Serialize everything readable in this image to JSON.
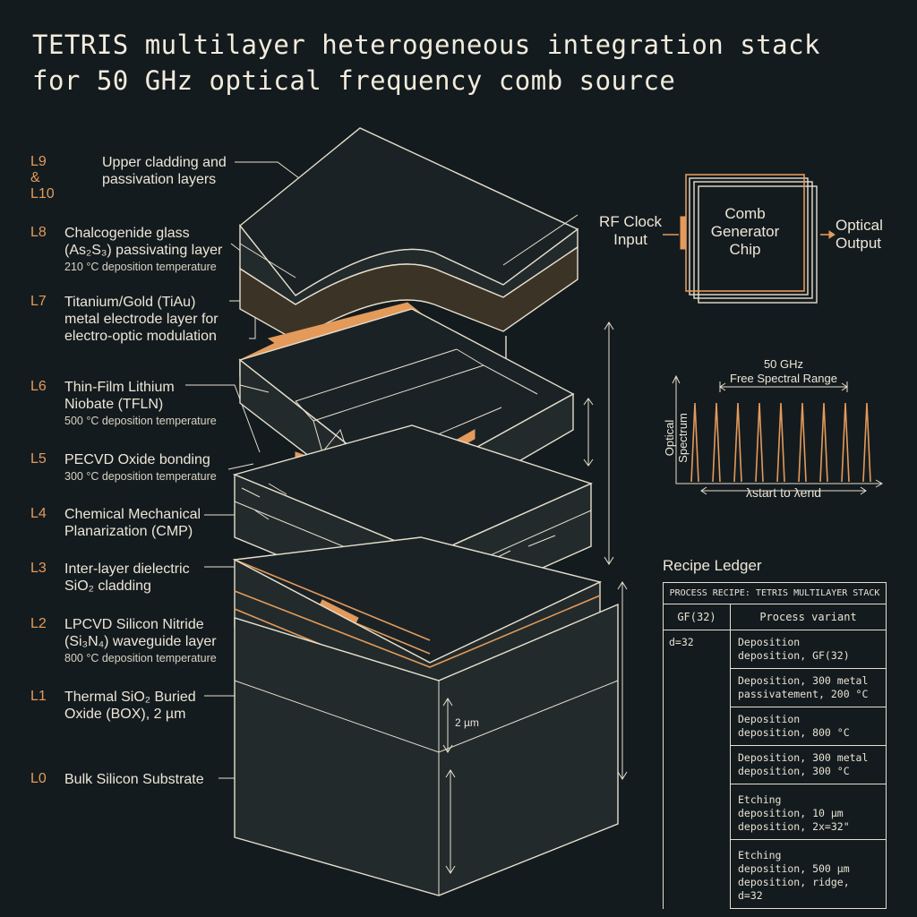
{
  "title": {
    "line1": "TETRIS multilayer heterogeneous integration stack",
    "line2": "for 50 GHz optical frequency comb source"
  },
  "layers": [
    {
      "code": "L9 & L10",
      "name": "Upper cladding and",
      "name2": "passivation layers",
      "temp": ""
    },
    {
      "code": "L8",
      "name": "Chalcogenide glass",
      "name2": "(As₂S₃) passivating layer",
      "temp": "210 °C deposition temperature"
    },
    {
      "code": "L7",
      "name": "Titanium/Gold (TiAu)",
      "name2": "metal electrode layer for",
      "name3": "electro-optic modulation",
      "temp": ""
    },
    {
      "code": "L6",
      "name": "Thin-Film Lithium",
      "name2": "Niobate (TFLN)",
      "temp": "500 °C deposition temperature"
    },
    {
      "code": "L5",
      "name": "PECVD Oxide bonding",
      "name2": "",
      "temp": "300 °C deposition temperature"
    },
    {
      "code": "L4",
      "name": "Chemical Mechanical",
      "name2": "Planarization (CMP)",
      "temp": ""
    },
    {
      "code": "L3",
      "name": "Inter-layer dielectric",
      "name2": "SiO₂ cladding",
      "temp": ""
    },
    {
      "code": "L2",
      "name": "LPCVD Silicon Nitride",
      "name2": "(Si₃N₄) waveguide layer",
      "temp": "800 °C deposition temperature"
    },
    {
      "code": "L1",
      "name": "Thermal SiO₂ Buried",
      "name2": "Oxide (BOX), 2 µm",
      "temp": ""
    },
    {
      "code": "L0",
      "name": "Bulk Silicon Substrate",
      "name2": "",
      "temp": ""
    }
  ],
  "chip": {
    "label": "Comb Generator Chip",
    "line1": "Comb",
    "line2": "Generator",
    "line3": "Chip",
    "input_line1": "RF Clock",
    "input_line2": "Input",
    "output_line1": "Optical",
    "output_line2": "Output"
  },
  "spectrum": {
    "ylabel": "Optical Spectrum",
    "fsr_value": "50 GHz",
    "fsr_label": "Free Spectral Range",
    "range_label": "λstart to λend",
    "lines": 9
  },
  "dimension": {
    "box_thickness": "2 µm"
  },
  "ledger": {
    "title": "Recipe Ledger",
    "caption": "PROCESS RECIPE: TETRIS MULTILAYER STACK",
    "col1": "GF(32)",
    "col2": "Process variant",
    "key": "d=32",
    "rows": [
      {
        "l1": "Deposition",
        "l2": "deposition, GF(32)"
      },
      {
        "l1": "Deposition, 300 metal",
        "l2": "passivatement, 200 °C"
      },
      {
        "l1": "Deposition",
        "l2": "deposition, 800 °C"
      },
      {
        "l1": "Deposition, 300 metal",
        "l2": "deposition, 300 °C"
      },
      {
        "l1": "Etching",
        "l2": "deposition, 10 µm",
        "l3": "deposition, 2x=32\""
      },
      {
        "l1": "Etching",
        "l2": "deposition, 500 µm",
        "l3": "deposition, ridge, d=32"
      }
    ]
  },
  "colors": {
    "accent": "#e39a5a",
    "line": "#e6dfcc",
    "background": "#141b1f"
  }
}
